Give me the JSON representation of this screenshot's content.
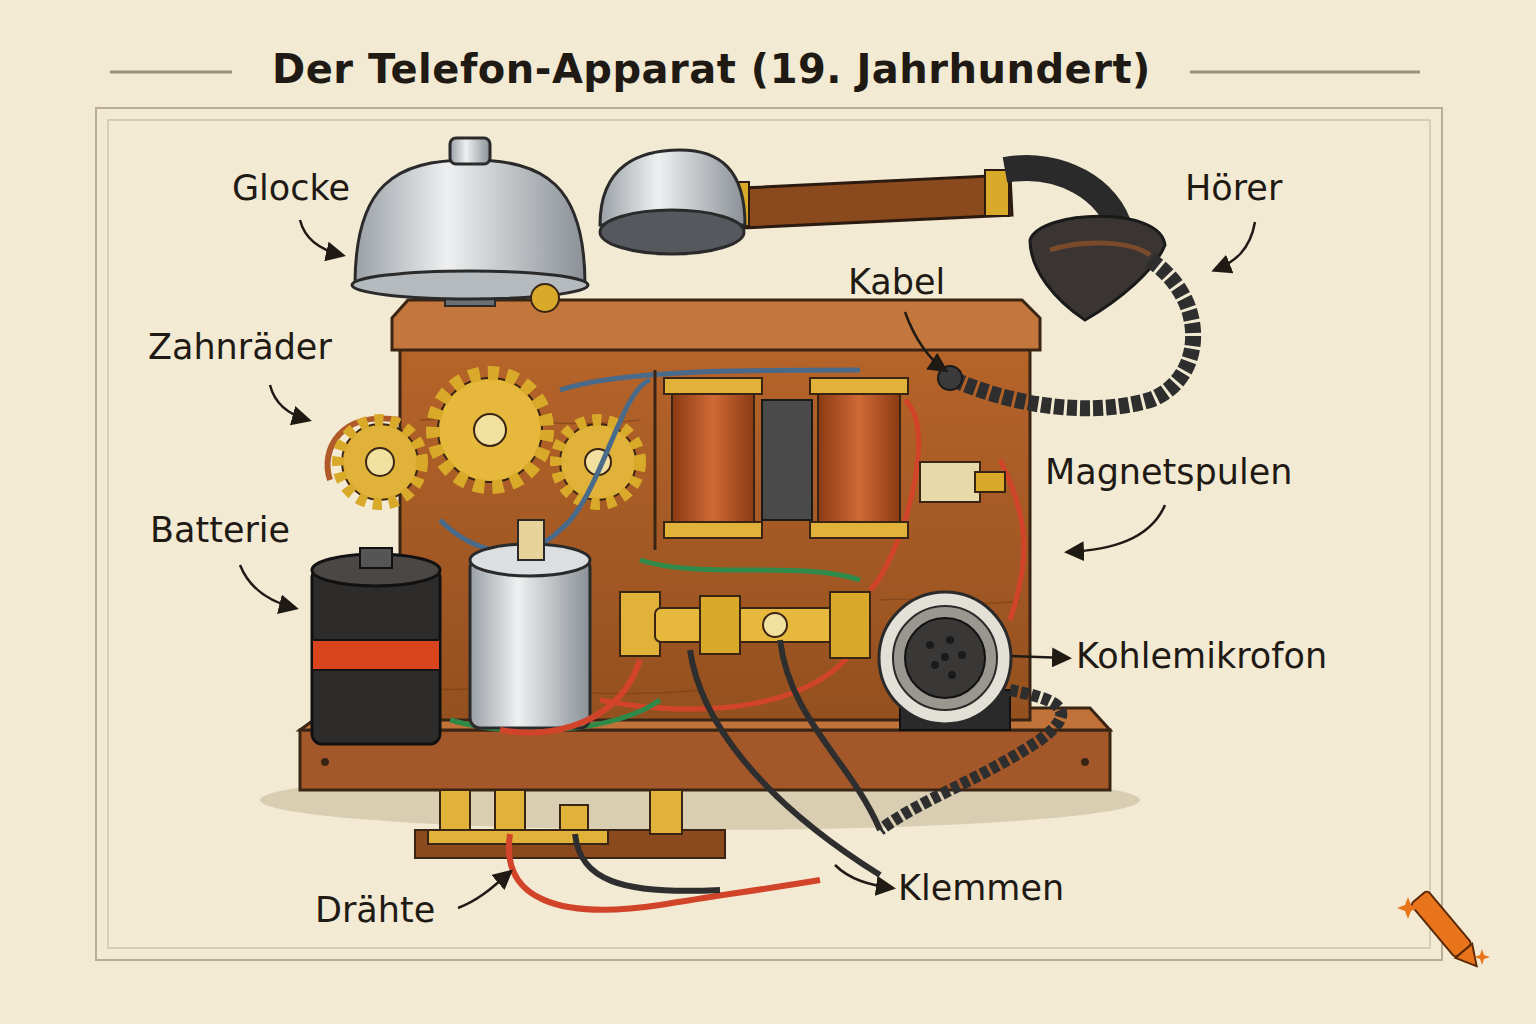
{
  "diagram": {
    "title": "Der Telefon-Apparat (19. Jahrhundert)",
    "labels": [
      "Glocke",
      "Hörer",
      "Kabel",
      "Zahnräder",
      "Magnetspulen",
      "Batterie",
      "Kohlemikrofon",
      "Drähte",
      "Klemmen"
    ]
  }
}
